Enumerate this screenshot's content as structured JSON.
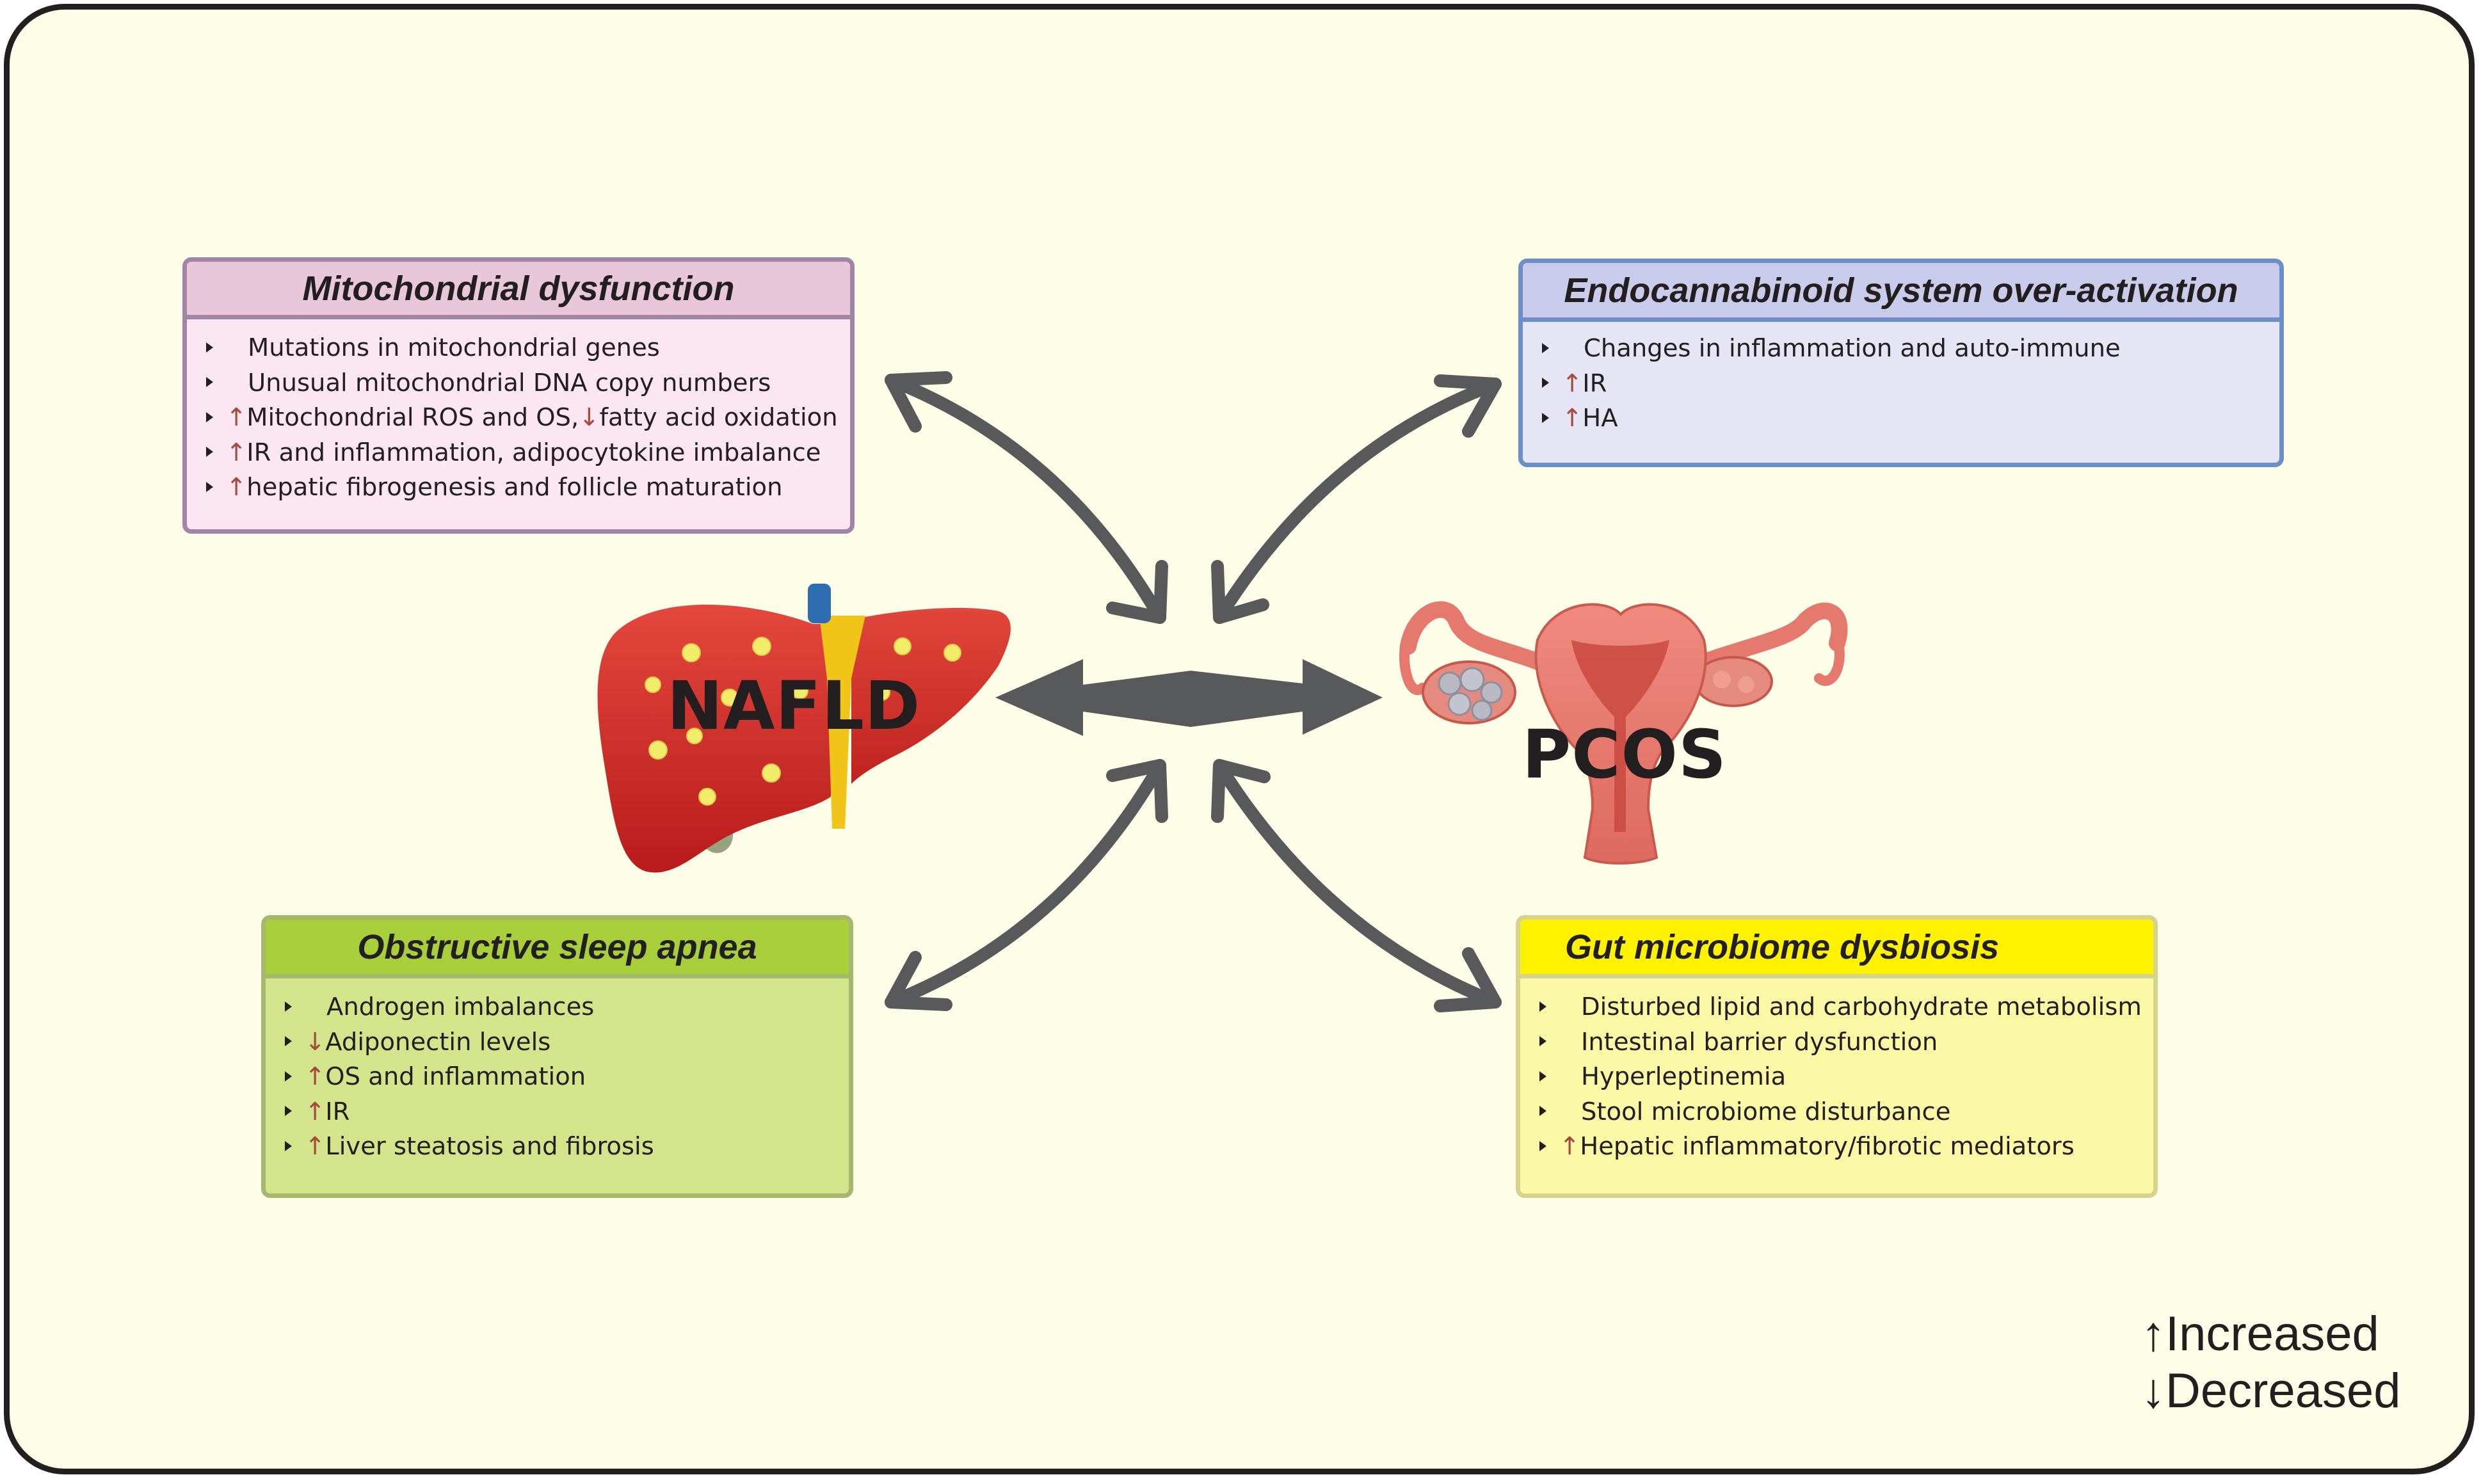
{
  "boxes": {
    "mitochondrial": {
      "title": "Mitochondrial dysfunction",
      "items": [
        {
          "arrow": "",
          "text": "Mutations in mitochondrial genes"
        },
        {
          "arrow": "",
          "text": "Unusual mitochondrial DNA copy numbers"
        },
        {
          "arrow": "↑",
          "text": "Mitochondrial ROS and OS,",
          "arrow2": "↓",
          "text2": "fatty acid oxidation"
        },
        {
          "arrow": "↑",
          "text": "IR and inflammation, adipocytokine imbalance"
        },
        {
          "arrow": "↑",
          "text": "hepatic fibrogenesis and follicle maturation"
        }
      ]
    },
    "endocannabinoid": {
      "title": "Endocannabinoid system over-activation",
      "items": [
        {
          "arrow": "",
          "text": "Changes in inflammation and auto-immune"
        },
        {
          "arrow": "↑",
          "text": "IR"
        },
        {
          "arrow": "↑",
          "text": "HA"
        }
      ]
    },
    "sleep_apnea": {
      "title": "Obstructive sleep apnea",
      "items": [
        {
          "arrow": "",
          "text": "Androgen imbalances"
        },
        {
          "arrow": "↓",
          "text": "Adiponectin levels"
        },
        {
          "arrow": "↑",
          "text": "OS and inflammation"
        },
        {
          "arrow": "↑",
          "text": "IR"
        },
        {
          "arrow": "↑",
          "text": "Liver steatosis and fibrosis"
        }
      ]
    },
    "gut": {
      "title": "Gut microbiome dysbiosis",
      "items": [
        {
          "arrow": "",
          "text": "Disturbed lipid and carbohydrate metabolism"
        },
        {
          "arrow": "",
          "text": "Intestinal barrier dysfunction"
        },
        {
          "arrow": "",
          "text": "Hyperleptinemia"
        },
        {
          "arrow": "",
          "text": "Stool microbiome disturbance"
        },
        {
          "arrow": "↑",
          "text": "Hepatic inflammatory/fibrotic mediators"
        }
      ]
    }
  },
  "labels": {
    "nafld": "NAFLD",
    "pcos": "PCOS"
  },
  "legend": {
    "increased": "↑Increased",
    "decreased": "↓Decreased"
  },
  "colors": {
    "arrow_gray": "#58595b",
    "arrow_red": "#a44a3f",
    "frame_bg": "#fefde7",
    "frame_border": "#231f20",
    "mito_fill": "#fce6f2",
    "mito_head": "#e8c7d9",
    "endo_fill": "#e5e5f6",
    "endo_head": "#c9cbea",
    "osa_fill": "#d4e48a",
    "osa_head": "#a8cf3a",
    "gut_fill": "#fcf9a6",
    "gut_head": "#fff200",
    "liver_red": "#d42a24",
    "uterus_pink": "#e67a6f"
  },
  "icons": [
    "liver-illustration",
    "uterus-illustration"
  ]
}
